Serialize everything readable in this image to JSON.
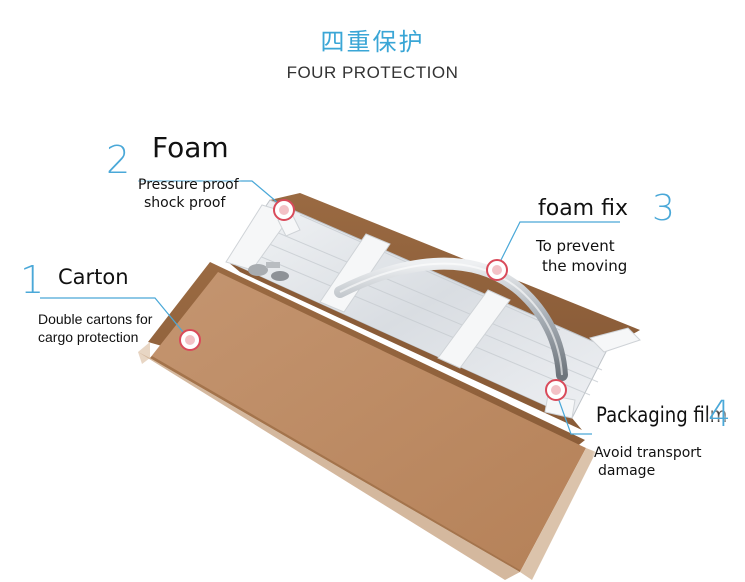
{
  "header": {
    "title_cn": "四重保护",
    "title_en": "FOUR PROTECTION"
  },
  "colors": {
    "accent": "#3aa6d6",
    "carton": "#b07f52",
    "carton_inner": "#c29068",
    "marker": "#d94a5a"
  },
  "callouts": [
    {
      "number": "1",
      "label": "Carton",
      "desc": [
        "Double cartons for",
        "cargo protection"
      ]
    },
    {
      "number": "2",
      "label": "Foam",
      "desc": [
        "Pressure proof",
        "shock proof"
      ]
    },
    {
      "number": "3",
      "label": "foam fix",
      "desc": [
        "To prevent",
        "the moving"
      ]
    },
    {
      "number": "4",
      "label": "Packaging film",
      "desc": [
        "Avoid transport",
        "damage"
      ]
    }
  ]
}
